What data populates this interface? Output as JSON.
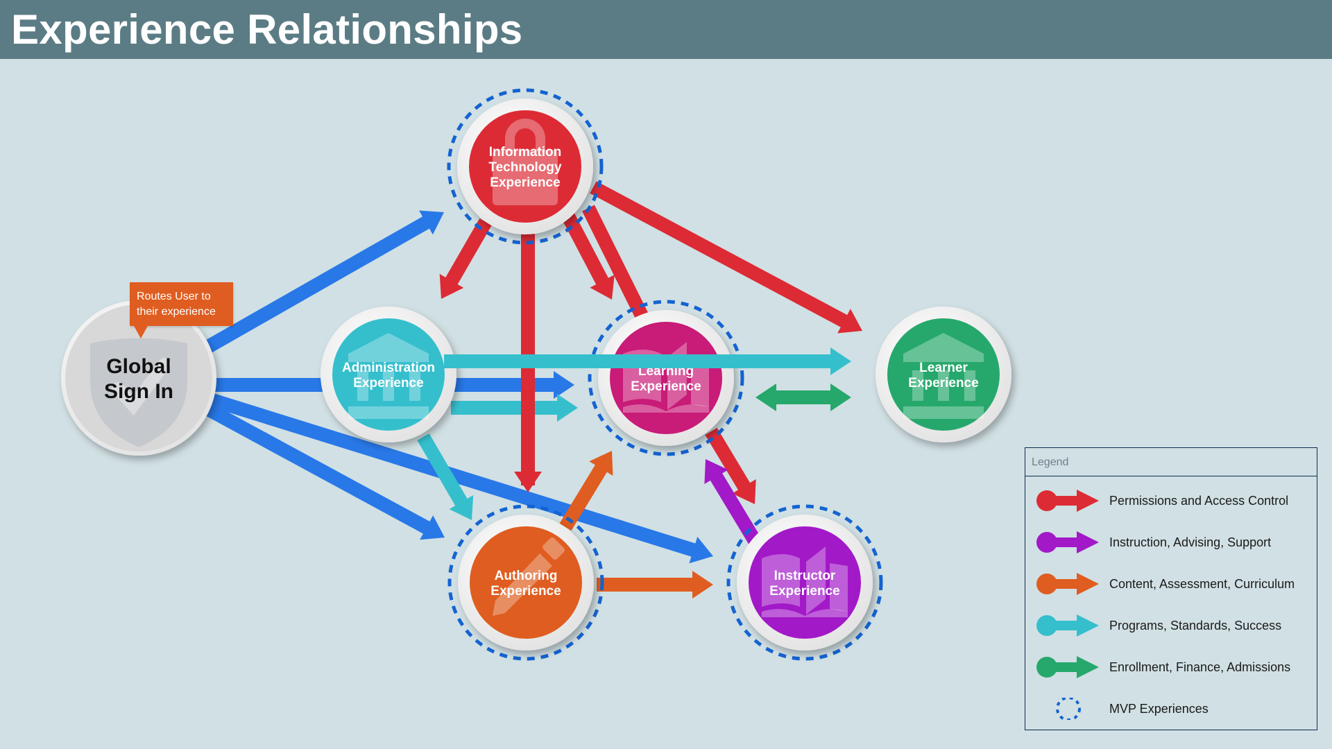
{
  "header": {
    "title": "Experience Relationships"
  },
  "callout": {
    "line1": "Routes User to",
    "line2": "their experience"
  },
  "colors": {
    "permissions": "#dc2b35",
    "instruction": "#a219c8",
    "content": "#df5d20",
    "programs": "#35bfcd",
    "enrollment": "#26a86c",
    "signin": "#2878e8",
    "mvp": "#1463d2"
  },
  "nodes": [
    {
      "id": "global",
      "label": [
        "Global",
        "Sign In"
      ],
      "icon": "shield-check-icon",
      "mvp": false
    },
    {
      "id": "it",
      "label": [
        "Information",
        "Technology",
        "Experience"
      ],
      "icon": "lock-icon",
      "mvp": true
    },
    {
      "id": "admin",
      "label": [
        "Administration",
        "Experience"
      ],
      "icon": "institution-icon",
      "mvp": false
    },
    {
      "id": "learning",
      "label": [
        "Learning",
        "Experience"
      ],
      "icon": "book-icon",
      "mvp": true
    },
    {
      "id": "learner",
      "label": [
        "Learner",
        "Experience"
      ],
      "icon": "institution-icon",
      "mvp": false
    },
    {
      "id": "authoring",
      "label": [
        "Authoring",
        "Experience"
      ],
      "icon": "pencil-icon",
      "mvp": true
    },
    {
      "id": "instructor",
      "label": [
        "Instructor",
        "Experience"
      ],
      "icon": "book-icon",
      "mvp": true
    }
  ],
  "edges": [
    {
      "from": "global",
      "to": "it",
      "type": "signin"
    },
    {
      "from": "global",
      "to": "learning",
      "type": "signin"
    },
    {
      "from": "global",
      "to": "authoring",
      "type": "signin"
    },
    {
      "from": "global",
      "to": "instructor",
      "type": "signin"
    },
    {
      "from": "it",
      "to": "admin",
      "type": "permissions"
    },
    {
      "from": "it",
      "to": "authoring",
      "type": "permissions"
    },
    {
      "from": "it",
      "to": "learning",
      "type": "permissions"
    },
    {
      "from": "it",
      "to": "learner",
      "type": "permissions"
    },
    {
      "from": "learning",
      "to": "instructor",
      "type": "permissions"
    },
    {
      "from": "instructor",
      "to": "learning",
      "type": "instruction"
    },
    {
      "from": "authoring",
      "to": "learning",
      "type": "content"
    },
    {
      "from": "authoring",
      "to": "instructor",
      "type": "content"
    },
    {
      "from": "admin",
      "to": "learner",
      "type": "programs"
    },
    {
      "from": "admin",
      "to": "learning",
      "type": "programs"
    },
    {
      "from": "admin",
      "to": "authoring",
      "type": "programs"
    },
    {
      "from": "learning",
      "to": "learner",
      "type": "enrollment",
      "bidirectional": true
    }
  ],
  "legend": {
    "title": "Legend",
    "items": [
      {
        "label": "Permissions and Access Control",
        "type": "permissions"
      },
      {
        "label": "Instruction, Advising, Support",
        "type": "instruction"
      },
      {
        "label": "Content, Assessment, Curriculum",
        "type": "content"
      },
      {
        "label": "Programs, Standards, Success",
        "type": "programs"
      },
      {
        "label": "Enrollment, Finance, Admissions",
        "type": "enrollment"
      },
      {
        "label": "MVP Experiences",
        "type": "mvp"
      }
    ]
  }
}
